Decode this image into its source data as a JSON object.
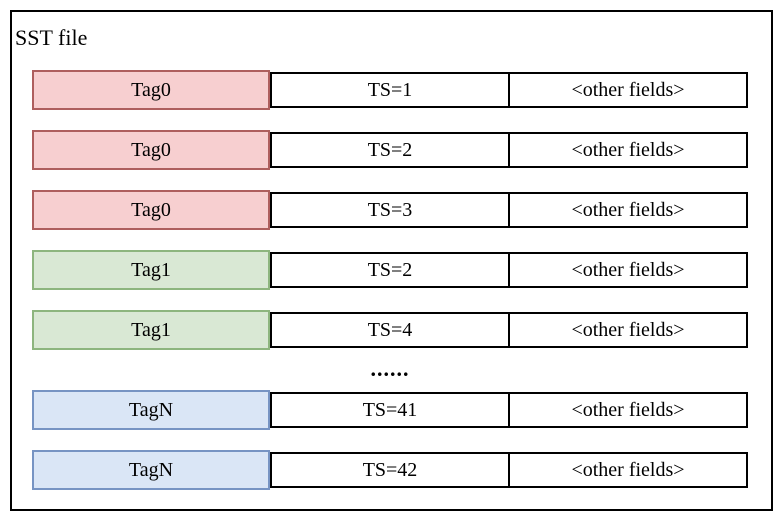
{
  "diagram": {
    "title": "SST file",
    "colors": {
      "outline": "#000000",
      "red": {
        "fill": "#f7cfd0",
        "border": "#ae5f5e"
      },
      "green": {
        "fill": "#d9e8d4",
        "border": "#8db57e"
      },
      "blue": {
        "fill": "#dae6f6",
        "border": "#7794c3"
      }
    },
    "rows": [
      {
        "type": "record",
        "tag": "Tag0",
        "color": "red",
        "ts": "TS=1",
        "other": "<other fields>"
      },
      {
        "type": "record",
        "tag": "Tag0",
        "color": "red",
        "ts": "TS=2",
        "other": "<other fields>"
      },
      {
        "type": "record",
        "tag": "Tag0",
        "color": "red",
        "ts": "TS=3",
        "other": "<other fields>"
      },
      {
        "type": "record",
        "tag": "Tag1",
        "color": "green",
        "ts": "TS=2",
        "other": "<other fields>"
      },
      {
        "type": "record",
        "tag": "Tag1",
        "color": "green",
        "ts": "TS=4",
        "other": "<other fields>"
      },
      {
        "type": "ellipsis",
        "label": "......"
      },
      {
        "type": "record",
        "tag": "TagN",
        "color": "blue",
        "ts": "TS=41",
        "other": "<other fields>"
      },
      {
        "type": "record",
        "tag": "TagN",
        "color": "blue",
        "ts": "TS=42",
        "other": "<other fields>"
      }
    ]
  }
}
